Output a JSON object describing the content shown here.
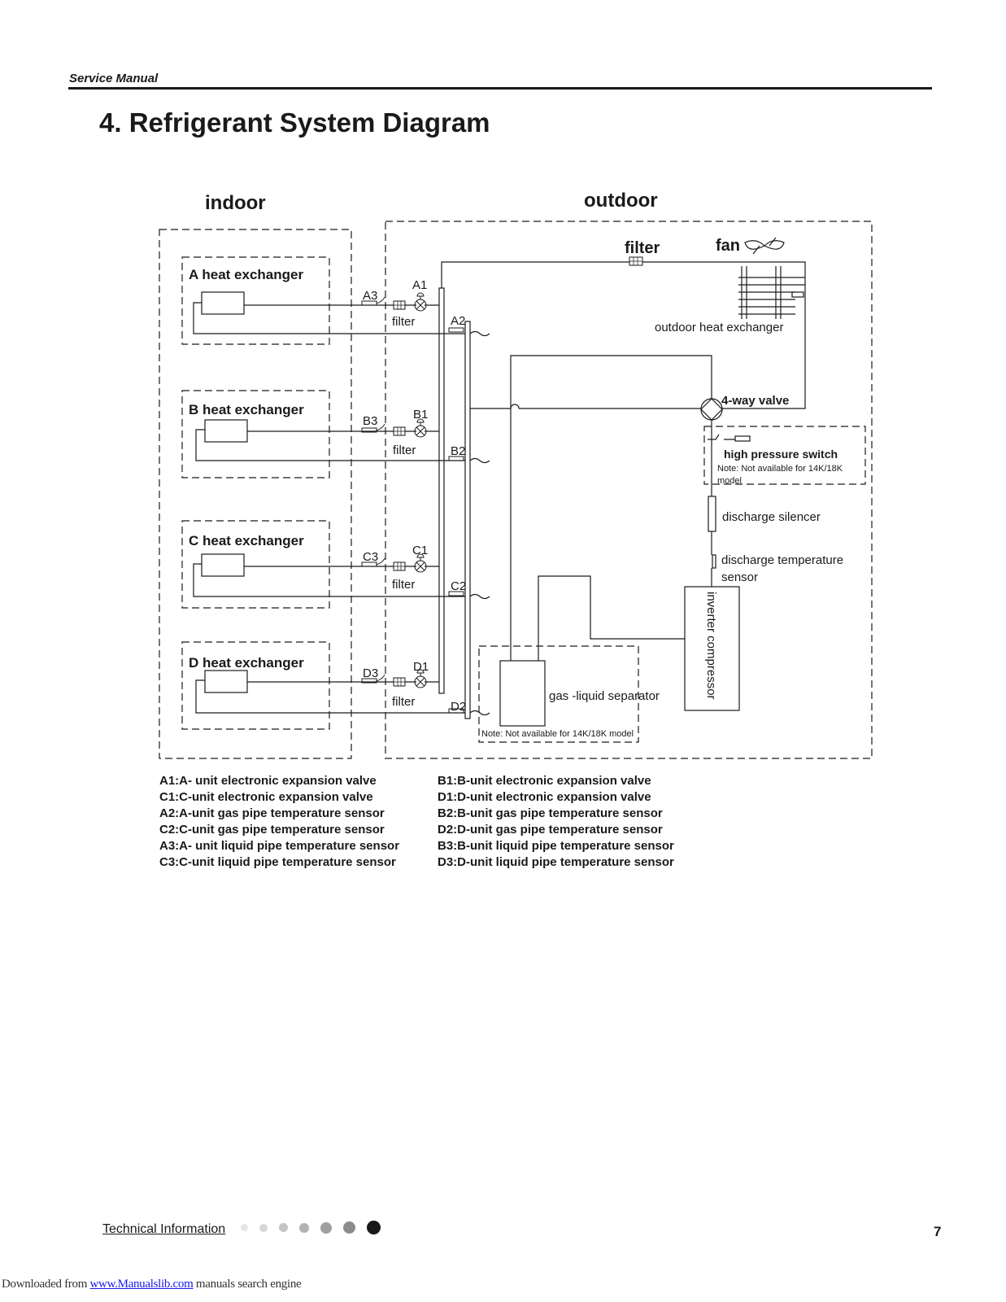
{
  "header": {
    "section": "Service Manual"
  },
  "page_title": "4. Refrigerant System Diagram",
  "diagram": {
    "indoor_label": "indoor",
    "outdoor_label": "outdoor",
    "filter_top": "filter",
    "fan": "fan",
    "units": [
      {
        "hx": "A  heat exchanger",
        "liq": "A3",
        "valve": "A1",
        "filter": "filter",
        "gas": "A2"
      },
      {
        "hx": "B  heat  exchanger",
        "liq": "B3",
        "valve": "B1",
        "filter": "filter",
        "gas": "B2"
      },
      {
        "hx": "C heat  exchanger",
        "liq": "C3",
        "valve": "C1",
        "filter": "filter",
        "gas": "C2"
      },
      {
        "hx": "D  heat  exchanger",
        "liq": "D3",
        "valve": "D1",
        "filter": "filter",
        "gas": "D2"
      }
    ],
    "outdoor_hx": "outdoor  heat  exchanger",
    "four_way": "4-way  valve",
    "hps": "high  pressure  switch",
    "hps_note_1": "Note: Not available for 14K/18K",
    "hps_note_2": "model",
    "silencer": "discharge  silencer",
    "dts_1": "discharge temperature",
    "dts_2": "sensor",
    "compressor": "inverter compressor",
    "separator": "gas -liquid  separator",
    "sep_note": "Note: Not available for 14K/18K model"
  },
  "legend": [
    [
      "A1:A- unit electronic expansion valve",
      "B1:B-unit electronic expansion valve"
    ],
    [
      "C1:C-unit electronic expansion valve",
      " D1:D-unit electronic expansion valve"
    ],
    [
      "A2:A-unit gas pipe temperature sensor",
      "B2:B-unit gas pipe temperature sensor"
    ],
    [
      "C2:C-unit gas pipe temperature sensor",
      "D2:D-unit gas pipe temperature sensor"
    ],
    [
      "A3:A- unit liquid pipe temperature sensor",
      "B3:B-unit liquid pipe temperature sensor"
    ],
    [
      "C3:C-unit liquid pipe temperature sensor",
      " D3:D-unit liquid pipe temperature sensor"
    ]
  ],
  "footer": {
    "section": "Technical Information",
    "page_number": "7",
    "download_prefix": "Downloaded from ",
    "download_link": "www.Manualslib.com",
    "download_suffix": "  manuals search engine",
    "dot_colors": [
      "#e6e6e6",
      "#d6d6d6",
      "#c4c4c4",
      "#b2b2b2",
      "#a0a0a0",
      "#8c8c8c",
      "#1a1a1a"
    ]
  }
}
